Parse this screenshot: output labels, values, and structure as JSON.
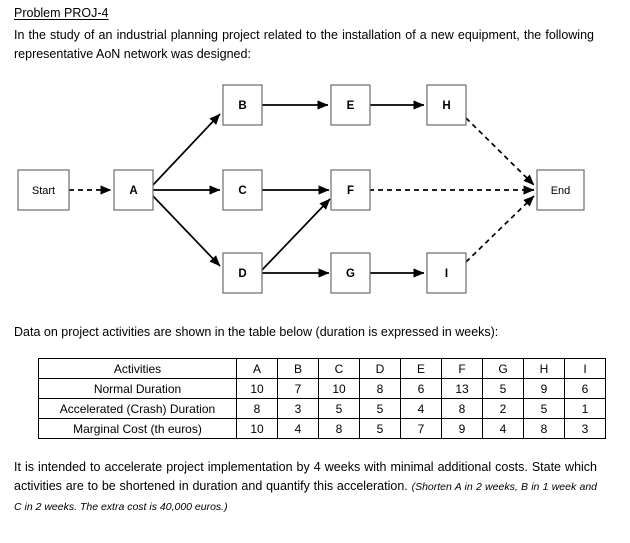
{
  "problem": {
    "title": "Problem PROJ-4",
    "intro": "In the study of an industrial planning project related to the installation of a new equipment, the following representative AoN network was designed:",
    "table_caption": "Data on project activities are shown in the table below (duration is expressed in weeks):",
    "closing_text": "It is intended to accelerate project implementation by 4 weeks with minimal additional costs. State which activities are to be shortened in duration and quantify this acceleration.",
    "closing_answer": "(Shorten A in 2 weeks, B in 1 week and C in 2 weeks. The extra cost is 40,000 euros.)"
  },
  "diagram": {
    "nodes": [
      {
        "id": "start",
        "label": "Start",
        "type": "terminal"
      },
      {
        "id": "A",
        "label": "A",
        "type": "activity"
      },
      {
        "id": "B",
        "label": "B",
        "type": "activity"
      },
      {
        "id": "C",
        "label": "C",
        "type": "activity"
      },
      {
        "id": "D",
        "label": "D",
        "type": "activity"
      },
      {
        "id": "E",
        "label": "E",
        "type": "activity"
      },
      {
        "id": "F",
        "label": "F",
        "type": "activity"
      },
      {
        "id": "G",
        "label": "G",
        "type": "activity"
      },
      {
        "id": "H",
        "label": "H",
        "type": "activity"
      },
      {
        "id": "I",
        "label": "I",
        "type": "activity"
      },
      {
        "id": "end",
        "label": "End",
        "type": "terminal"
      }
    ],
    "edges": [
      {
        "from": "start",
        "to": "A",
        "style": "dashed"
      },
      {
        "from": "A",
        "to": "B",
        "style": "solid"
      },
      {
        "from": "A",
        "to": "C",
        "style": "solid"
      },
      {
        "from": "A",
        "to": "D",
        "style": "solid"
      },
      {
        "from": "B",
        "to": "E",
        "style": "solid"
      },
      {
        "from": "E",
        "to": "H",
        "style": "solid"
      },
      {
        "from": "C",
        "to": "F",
        "style": "solid"
      },
      {
        "from": "D",
        "to": "F",
        "style": "solid"
      },
      {
        "from": "D",
        "to": "G",
        "style": "solid"
      },
      {
        "from": "G",
        "to": "I",
        "style": "solid"
      },
      {
        "from": "H",
        "to": "end",
        "style": "dashed"
      },
      {
        "from": "F",
        "to": "end",
        "style": "dashed"
      },
      {
        "from": "I",
        "to": "end",
        "style": "dashed"
      }
    ]
  },
  "table": {
    "header_label": "Activities",
    "activities": [
      "A",
      "B",
      "C",
      "D",
      "E",
      "F",
      "G",
      "H",
      "I"
    ],
    "rows": [
      {
        "label": "Normal Duration",
        "values": [
          "10",
          "7",
          "10",
          "8",
          "6",
          "13",
          "5",
          "9",
          "6"
        ]
      },
      {
        "label": "Accelerated (Crash) Duration",
        "values": [
          "8",
          "3",
          "5",
          "5",
          "4",
          "8",
          "2",
          "5",
          "1"
        ]
      },
      {
        "label": "Marginal Cost (th euros)",
        "values": [
          "10",
          "4",
          "8",
          "5",
          "7",
          "9",
          "4",
          "8",
          "3"
        ]
      }
    ]
  }
}
